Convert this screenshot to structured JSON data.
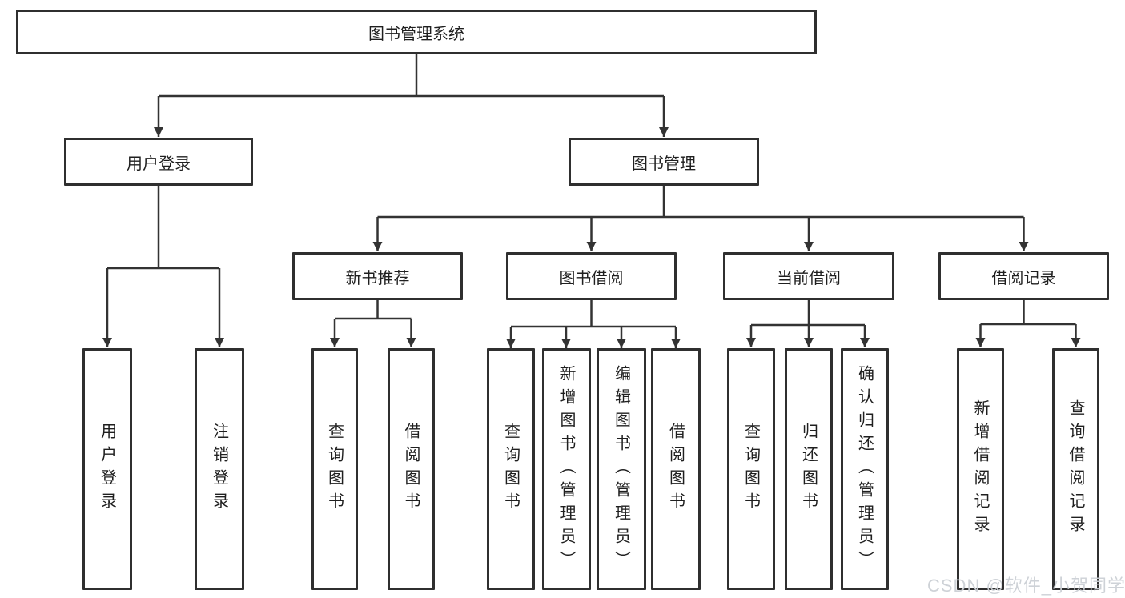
{
  "diagram": {
    "type": "hierarchy",
    "colors": {
      "line": "#333333",
      "box_border": "#2f2f2f",
      "box_background": "#ffffff",
      "text": "#1f1f1f",
      "watermark": "#cbd0d5"
    },
    "tree": {
      "root": {
        "label": "图书管理系统"
      },
      "branches": [
        {
          "label": "用户登录",
          "children": [
            "用户登录",
            "注销登录"
          ]
        },
        {
          "label": "图书管理",
          "sections": [
            {
              "label": "新书推荐",
              "children": [
                "查询图书",
                "借阅图书"
              ]
            },
            {
              "label": "图书借阅",
              "children": [
                "查询图书",
                "新增图书（管理员）",
                "编辑图书（管理员）",
                "借阅图书"
              ]
            },
            {
              "label": "当前借阅",
              "children": [
                "查询图书",
                "归还图书",
                "确认归还（管理员）"
              ]
            },
            {
              "label": "借阅记录",
              "children": [
                "新增借阅记录",
                "查询借阅记录"
              ]
            }
          ]
        }
      ]
    },
    "watermark": {
      "text": "CSDN @软件_小贺同学"
    }
  }
}
